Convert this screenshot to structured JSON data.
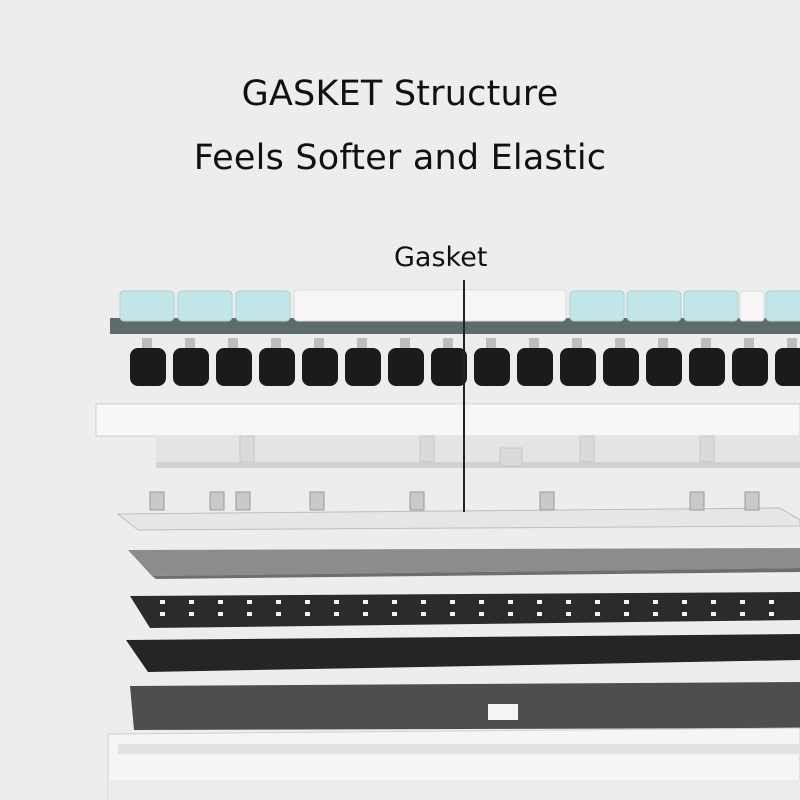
{
  "header": {
    "line1": "GASKET Structure",
    "line2": "Feels Softer and Elastic"
  },
  "callout": {
    "label": "Gasket"
  },
  "colors": {
    "background": "#ededed",
    "keycap_blue": "#bfe4e6",
    "keycap_white": "#f6f6f6",
    "switch_black": "#1b1b1b",
    "plate_white": "#f4f4f4",
    "foam_gray": "#8a8a8a",
    "pcb_black": "#2a2a2a",
    "case_gray": "#4d4d4d"
  }
}
